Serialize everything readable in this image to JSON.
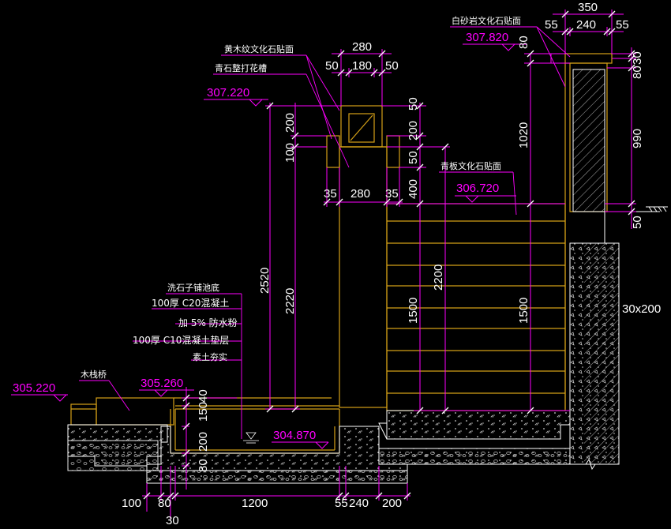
{
  "colors": {
    "background": "#000000",
    "structure": "#d4a017",
    "dimension": "#ff00ff",
    "text": "#ffffff",
    "hatch": "#bbbbbb"
  },
  "elevations": {
    "e307820": "307.820",
    "e307220": "307.220",
    "e306720": "306.720",
    "e305220": "305.220",
    "e305260": "305.260",
    "e304870": "304.870"
  },
  "notes": {
    "cap_stone": "白砂岩文化石贴面",
    "wood_stone": "黄木纹文化石贴面",
    "blue_stone_post": "青石整打花槽",
    "slate_face": "青板文化石贴面",
    "pebble_bottom": "洗石子铺池底",
    "concrete_c20": "100厚 C20混凝土",
    "waterproof": "加 5% 防水粉",
    "concrete_c10": "100厚 C10混凝土垫层",
    "soil": "素土夯实",
    "bridge": "木栈桥",
    "wall_size": "30x200"
  },
  "dims_top_right": {
    "d350": "350",
    "d55a": "55",
    "d240": "240",
    "d55b": "55"
  },
  "dims_top_mid": {
    "d280": "280",
    "d50a": "50",
    "d180": "180",
    "d50b": "50"
  },
  "dims_post": {
    "d35a": "35",
    "d280b": "280",
    "d35b": "35"
  },
  "dims_vertical_left": {
    "d200": "200",
    "d100": "100",
    "d2520": "2520",
    "d2220": "2220"
  },
  "dims_vertical_mid": {
    "d50": "50",
    "d200": "200",
    "d50b": "50",
    "d400": "400",
    "d1500": "1500",
    "d2200": "2200",
    "d1500b": "1500"
  },
  "dims_vertical_right": {
    "d80": "80",
    "d1020": "1020",
    "d30": "30",
    "d80b": "80",
    "d990": "990",
    "d50": "50"
  },
  "dims_pool": {
    "d40": "40",
    "d150": "150",
    "d200": "200",
    "d80": "80"
  },
  "dims_bottom": {
    "d100": "100",
    "d80": "80",
    "d1200": "1200",
    "d55": "55",
    "d240": "240",
    "d200": "200",
    "d30": "30"
  }
}
